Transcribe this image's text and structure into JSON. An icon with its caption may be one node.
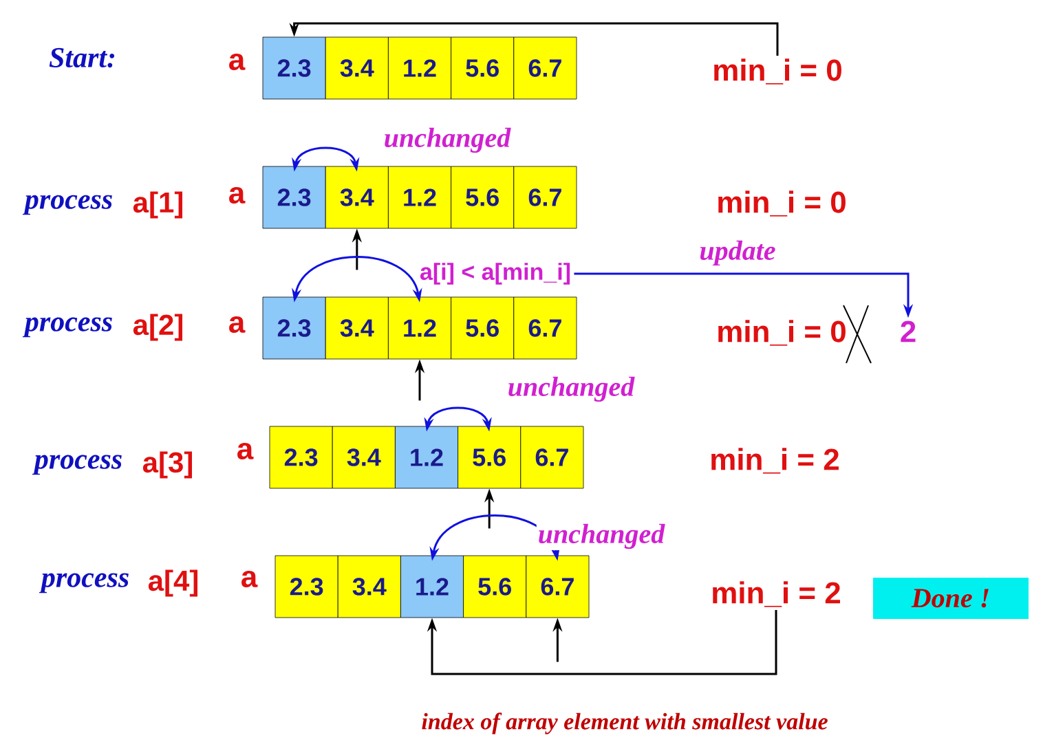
{
  "diagram": {
    "nodes": [
      {
        "text": [
          "2.3"
        ]
      },
      {
        "text": [
          "3.4"
        ]
      },
      {
        "text": [
          "1.2"
        ]
      },
      {
        "text": [
          "5.6"
        ]
      },
      {
        "text": [
          "6.7"
        ]
      },
      {
        "text": [
          "min_i = 0"
        ]
      },
      {
        "text": [
          "2.3"
        ]
      },
      {
        "text": [
          "3.4"
        ]
      },
      {
        "text": [
          "1.2"
        ]
      },
      {
        "text": [
          "5.6"
        ]
      },
      {
        "text": [
          "6.7"
        ]
      },
      {
        "text": [
          "min_i = 0"
        ]
      },
      {
        "text": [
          "a[i] < a[min_i]"
        ]
      },
      {
        "text": [
          "2.3"
        ]
      },
      {
        "text": [
          "3.4"
        ]
      },
      {
        "text": [
          "1.2"
        ]
      },
      {
        "text": [
          "5.6"
        ]
      },
      {
        "text": [
          "6.7"
        ]
      },
      {
        "text": [
          "min_i = 0"
        ]
      },
      {
        "text": [
          "2"
        ]
      },
      {
        "text": [
          "2.3"
        ]
      },
      {
        "text": [
          "3.4"
        ]
      },
      {
        "text": [
          "1.2"
        ]
      },
      {
        "text": [
          "5.6"
        ]
      },
      {
        "text": [
          "6.7"
        ]
      },
      {
        "text": [
          "min_i = 2"
        ]
      },
      {
        "text": [
          "2.3"
        ]
      },
      {
        "text": [
          "3.4"
        ]
      },
      {
        "text": [
          "1.2"
        ]
      },
      {
        "text": [
          "5.6"
        ]
      },
      {
        "text": [
          "6.7"
        ]
      },
      {
        "text": [
          "min_i = 2"
        ]
      },
      {
        "text": [
          "Done !"
        ]
      }
    ],
    "edges": [
      {
        "from": 5,
        "to": 0,
        "arrow": "to"
      },
      {
        "from": 6,
        "to": 7,
        "arrow": "both",
        "color": "#1010e0",
        "label": "unchanged"
      },
      {
        "from": null,
        "to": 7,
        "arrow": "to"
      },
      {
        "from": 13,
        "to": 15,
        "arrow": "both",
        "color": "#1010e0"
      },
      {
        "from": 12,
        "to": 19,
        "arrow": "to",
        "color": "#1010e0",
        "label": "update"
      },
      {
        "from": null,
        "to": 15,
        "arrow": "to"
      },
      {
        "from": 22,
        "to": 23,
        "arrow": "both",
        "color": "#1010e0",
        "label": "unchanged"
      },
      {
        "from": null,
        "to": 23,
        "arrow": "to"
      },
      {
        "from": 28,
        "to": 30,
        "arrow": "both",
        "color": "#1010e0",
        "label": "unchanged"
      },
      {
        "from": null,
        "to": 30,
        "arrow": "to"
      },
      {
        "from": 31,
        "to": 28,
        "arrow": "to",
        "label": "index of array element with smallest value"
      }
    ],
    "labels": [
      "Start:",
      "a",
      "process",
      "a[1]",
      "a",
      "process",
      "a[2]",
      "a",
      "process",
      "a[3]",
      "a",
      "process",
      "a[4]",
      "a"
    ]
  }
}
